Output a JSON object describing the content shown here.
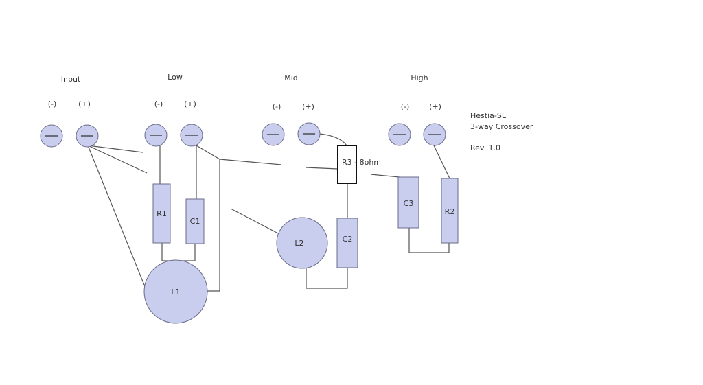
{
  "sections": {
    "input": "Input",
    "low": "Low",
    "mid": "Mid",
    "high": "High"
  },
  "polarity": {
    "minus": "(-)",
    "plus": "(+)"
  },
  "title": {
    "line1": "Hestia-SL",
    "line2": "3-way Crossover",
    "rev": "Rev. 1.0"
  },
  "components": {
    "r1": "R1",
    "c1": "C1",
    "l1": "L1",
    "l2": "L2",
    "c2": "C2",
    "r3": "R3 - 8ohm",
    "c3": "C3",
    "r2": "R2"
  },
  "colors": {
    "component_fill": "#c9cdee",
    "wire": "#555555"
  }
}
